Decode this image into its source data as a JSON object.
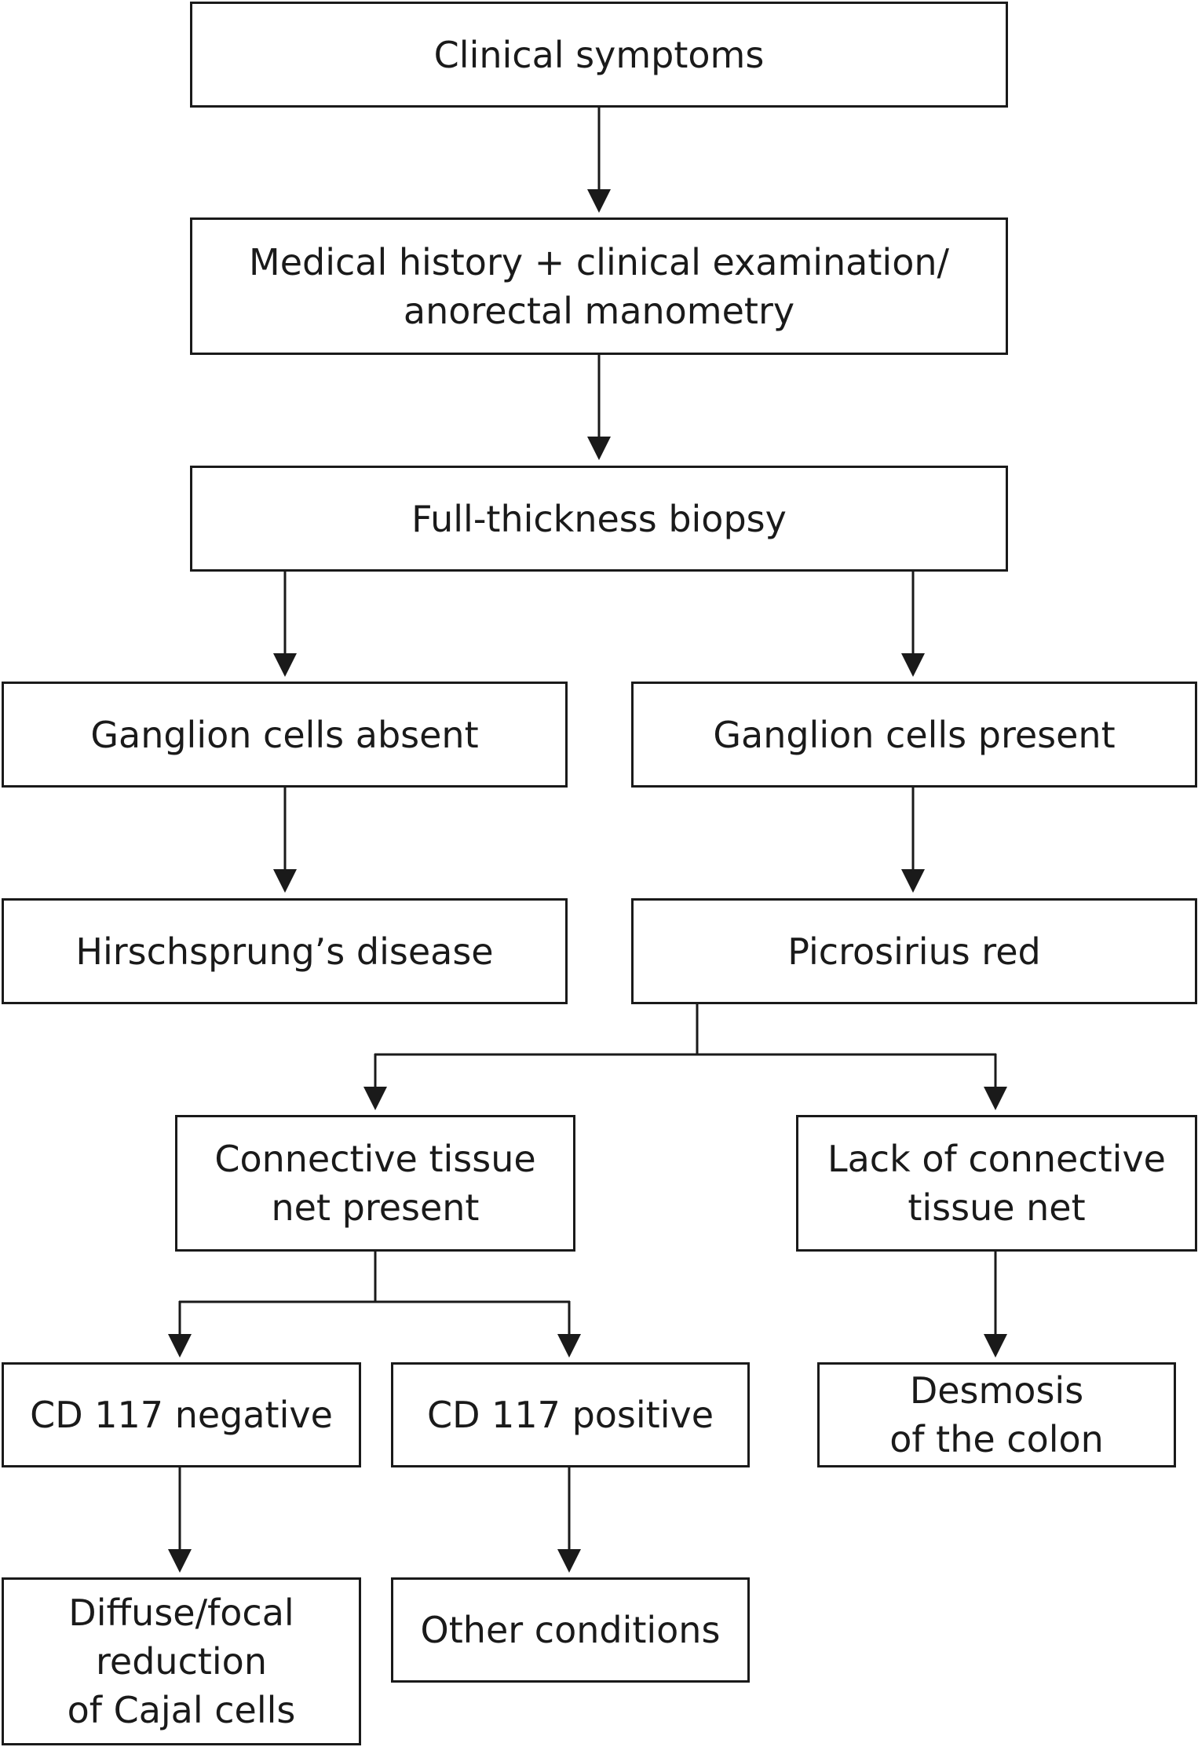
{
  "nodes": {
    "clinical_symptoms": {
      "lines": [
        "Clinical symptoms"
      ]
    },
    "medical_history": {
      "lines": [
        "Medical history + clinical examination/",
        "anorectal manometry"
      ]
    },
    "biopsy": {
      "lines": [
        "Full-thickness biopsy"
      ]
    },
    "ganglion_absent": {
      "lines": [
        "Ganglion cells absent"
      ]
    },
    "ganglion_present": {
      "lines": [
        "Ganglion cells present"
      ]
    },
    "hirschsprung": {
      "lines": [
        "Hirschsprung’s disease"
      ]
    },
    "picrosirius": {
      "lines": [
        "Picrosirius red"
      ]
    },
    "net_present": {
      "lines": [
        "Connective tissue",
        "net present"
      ]
    },
    "net_lack": {
      "lines": [
        "Lack of connective",
        "tissue net"
      ]
    },
    "cd117_negative": {
      "lines": [
        "CD 117 negative"
      ]
    },
    "cd117_positive": {
      "lines": [
        "CD 117 positive"
      ]
    },
    "desmosis": {
      "lines": [
        "Desmosis",
        "of the colon"
      ]
    },
    "cajal_reduction": {
      "lines": [
        "Diffuse/focal",
        "reduction",
        "of Cajal cells"
      ]
    },
    "other_conditions": {
      "lines": [
        "Other conditions"
      ]
    }
  },
  "edges": [
    [
      "clinical_symptoms",
      "medical_history"
    ],
    [
      "medical_history",
      "biopsy"
    ],
    [
      "biopsy",
      "ganglion_absent"
    ],
    [
      "biopsy",
      "ganglion_present"
    ],
    [
      "ganglion_absent",
      "hirschsprung"
    ],
    [
      "ganglion_present",
      "picrosirius"
    ],
    [
      "picrosirius",
      "net_present"
    ],
    [
      "picrosirius",
      "net_lack"
    ],
    [
      "net_present",
      "cd117_negative"
    ],
    [
      "net_present",
      "cd117_positive"
    ],
    [
      "net_lack",
      "desmosis"
    ],
    [
      "cd117_negative",
      "cajal_reduction"
    ],
    [
      "cd117_positive",
      "other_conditions"
    ]
  ]
}
